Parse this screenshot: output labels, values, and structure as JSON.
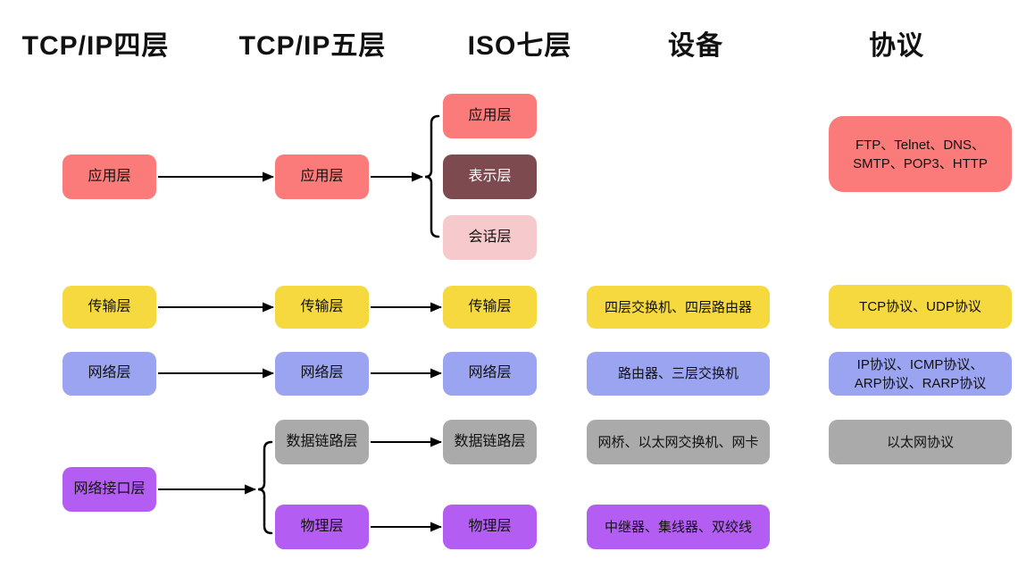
{
  "headers": [
    "TCP/IP四层",
    "TCP/IP五层",
    "ISO七层",
    "设备",
    "协议"
  ],
  "colors": {
    "application": "#FB7A7A",
    "presentation": "#7C4A4F",
    "session": "#F6C9CC",
    "transport": "#F5D93F",
    "network": "#9BA4F0",
    "datalink": "#AAAAAA",
    "physical": "#B45DF2",
    "arrow": "#000000",
    "header_text": "#111111"
  },
  "nodes": {
    "tcpip4_application": "应用层",
    "tcpip4_transport": "传输层",
    "tcpip4_network": "网络层",
    "tcpip4_network_interface": "网络接口层",
    "tcpip5_application": "应用层",
    "tcpip5_transport": "传输层",
    "tcpip5_network": "网络层",
    "tcpip5_datalink": "数据链路层",
    "tcpip5_physical": "物理层",
    "iso7_application": "应用层",
    "iso7_presentation": "表示层",
    "iso7_session": "会话层",
    "iso7_transport": "传输层",
    "iso7_network": "网络层",
    "iso7_datalink": "数据链路层",
    "iso7_physical": "物理层",
    "devices_transport": "四层交换机、四层路由器",
    "devices_network": "路由器、三层交换机",
    "devices_datalink": "网桥、以太网交换机、网卡",
    "devices_physical": "中继器、集线器、双绞线",
    "protocols_application": "FTP、Telnet、DNS、\nSMTP、POP3、HTTP",
    "protocols_transport": "TCP协议、UDP协议",
    "protocols_network": "IP协议、ICMP协议、\nARP协议、RARP协议",
    "protocols_datalink": "以太网协议"
  }
}
